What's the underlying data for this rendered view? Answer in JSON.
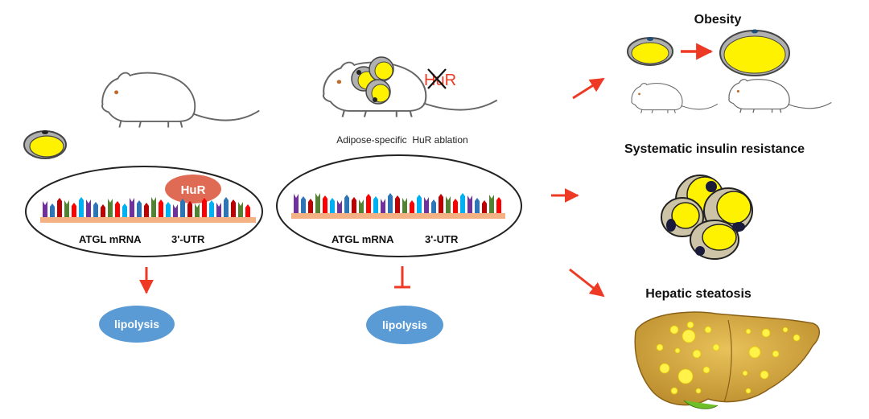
{
  "left_panel": {
    "hur_label": "HuR",
    "mrna_label": "ATGL mRNA",
    "utr_label": "3'-UTR",
    "outcome_label": "lipolysis"
  },
  "middle_panel": {
    "mouse_caption": "Adipose-specific  HuR ablation",
    "hur_crossed_label": "HuR",
    "mrna_label": "ATGL mRNA",
    "utr_label": "3'-UTR",
    "outcome_label": "lipolysis"
  },
  "right_panel": {
    "obesity_title": "Obesity",
    "insulin_title": "Systematic insulin resistance",
    "steatosis_title": "Hepatic steatosis"
  },
  "colors": {
    "arrow": "#ee3a24",
    "hur_badge": "#e06b55",
    "lipolysis_badge": "#5b9bd5",
    "fat_yellow": "#fff200",
    "strand": "#f4b183",
    "liver": "#d4a23a"
  },
  "icons": [
    "mouse-icon",
    "adipocyte-icon",
    "adipocyte-cluster-icon",
    "liver-icon",
    "cross-mark-icon"
  ]
}
